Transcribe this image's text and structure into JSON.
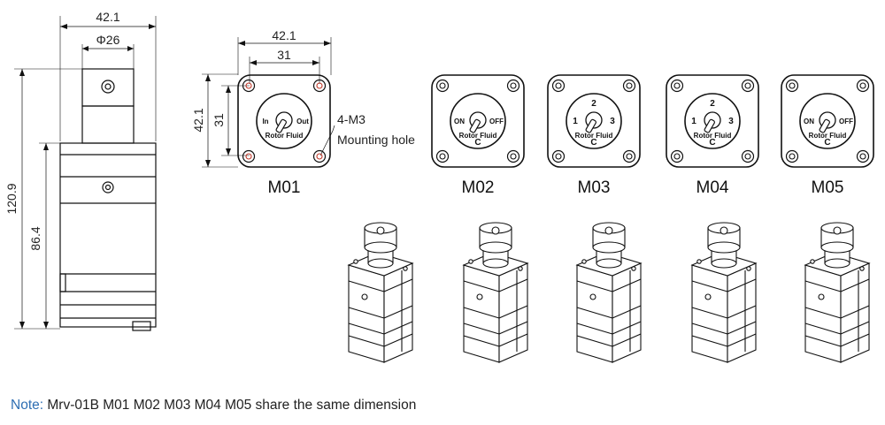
{
  "side_view": {
    "width_dim": "42.1",
    "shaft_dim": "Φ26",
    "total_height_dim": "120.9",
    "body_height_dim": "86.4"
  },
  "front_view": {
    "outer_dim": "42.1",
    "hole_pitch_h": "31",
    "height_dim": "42.1",
    "hole_pitch_v": "31",
    "hole_callout": "4-M3",
    "hole_desc": "Mounting hole"
  },
  "models": [
    {
      "name": "M01",
      "left": "In",
      "right": "Out",
      "top": "",
      "bottom": "",
      "arc": "Rotor Fluid"
    },
    {
      "name": "M02",
      "left": "ON",
      "right": "OFF",
      "top": "",
      "bottom": "C",
      "arc": "Rotor Fluid"
    },
    {
      "name": "M03",
      "left": "1",
      "right": "3",
      "top": "2",
      "bottom": "C",
      "arc": "Rotor Fluid"
    },
    {
      "name": "M04",
      "left": "1",
      "right": "3",
      "top": "2",
      "bottom": "C",
      "arc": "Rotor Fluid"
    },
    {
      "name": "M05",
      "left": "ON",
      "right": "OFF",
      "top": "",
      "bottom": "C",
      "arc": "Rotor Fluid"
    }
  ],
  "note": {
    "label": "Note:",
    "text": " Mrv-01B M01 M02 M03 M04 M05 share the same dimension"
  },
  "colors": {
    "line": "#111111",
    "hole_accent": "#c0392b",
    "note_label": "#2f6fb3"
  }
}
